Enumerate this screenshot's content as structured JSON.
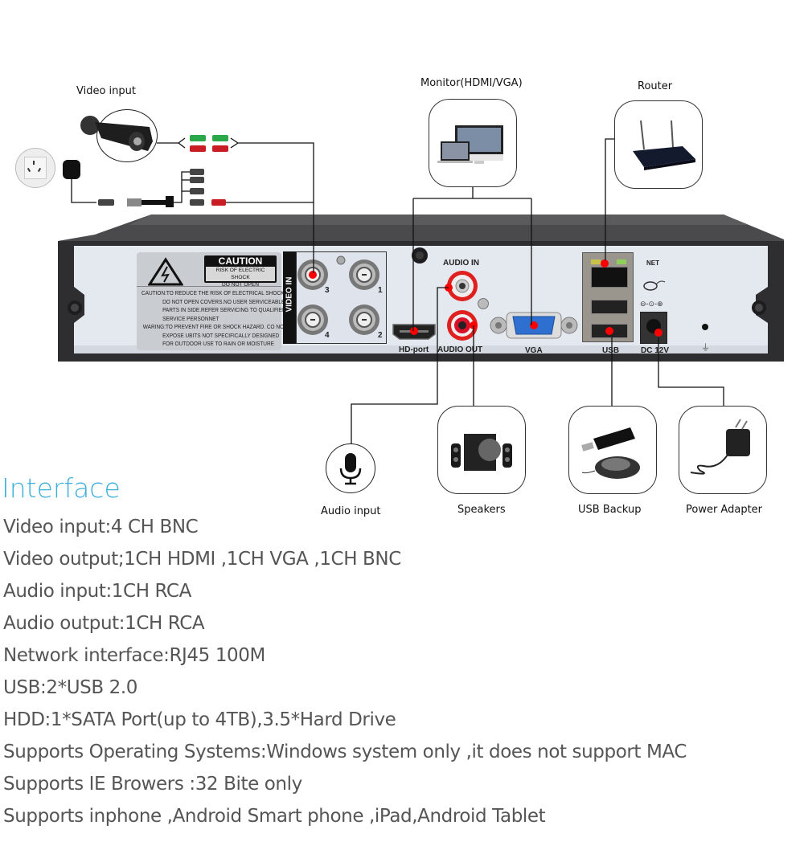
{
  "diagram": {
    "devices": {
      "video_input": {
        "label": "Video input"
      },
      "monitor": {
        "label": "Monitor(HDMI/VGA)"
      },
      "router": {
        "label": "Router"
      },
      "audio_input": {
        "label": "Audio input"
      },
      "speakers": {
        "label": "Speakers"
      },
      "usb_backup": {
        "label": "USB Backup"
      },
      "power_adapter": {
        "label": "Power Adapter"
      }
    },
    "dvr_panel": {
      "caution_title": "CAUTION",
      "caution_sub1": "RISK OF ELECTRIC SHOCK",
      "caution_sub2": "DO NOT OPEN",
      "caution_lines": [
        "CAUTION:TO REDUCE THE RISK OF ELECTRICAL SHOCK.",
        "DO NOT OPEN COVERS.NO USER SERVICEABLE",
        "PARTS IN SIDE.REFER SERVICING TO QUALIFIED",
        "SERVICE PERSONNET",
        "WARING:TO PREVENT FIRE OR SHOCK HAZARD. CO NOT",
        "EXPOSE UBITS NOT SPECIFICALLY DESIGNED",
        "FOR OUTDOOR USE TO RAIN OR MOISTURE"
      ],
      "video_in_label": "VIDEO IN",
      "bnc_numbers": [
        "3",
        "1",
        "4",
        "2"
      ],
      "audio_in_label": "AUDIO IN",
      "audio_out_label": "AUDIO OUT",
      "hd_port_label": "HD-port",
      "vga_label": "VGA",
      "net_label": "NET",
      "usb_label": "USB",
      "dc_label": "DC 12V"
    },
    "colors": {
      "marker": "#ff0000",
      "heading": "#3fb0dc",
      "spec_text": "#555555"
    }
  },
  "specs": {
    "title": "Interface",
    "items": [
      "Video input:4 CH BNC",
      "Video output;1CH HDMI ,1CH VGA ,1CH BNC",
      "Audio input:1CH RCA",
      "Audio output:1CH RCA",
      "Network interface:RJ45 100M",
      "USB:2*USB 2.0",
      "HDD:1*SATA Port(up to 4TB),3.5*Hard Drive",
      "Supports  Operating Systems:Windows system only ,it does not support MAC",
      "Supports IE Browers :32 Bite only",
      "Supports inphone ,Android Smart phone ,iPad,Android Tablet"
    ]
  }
}
